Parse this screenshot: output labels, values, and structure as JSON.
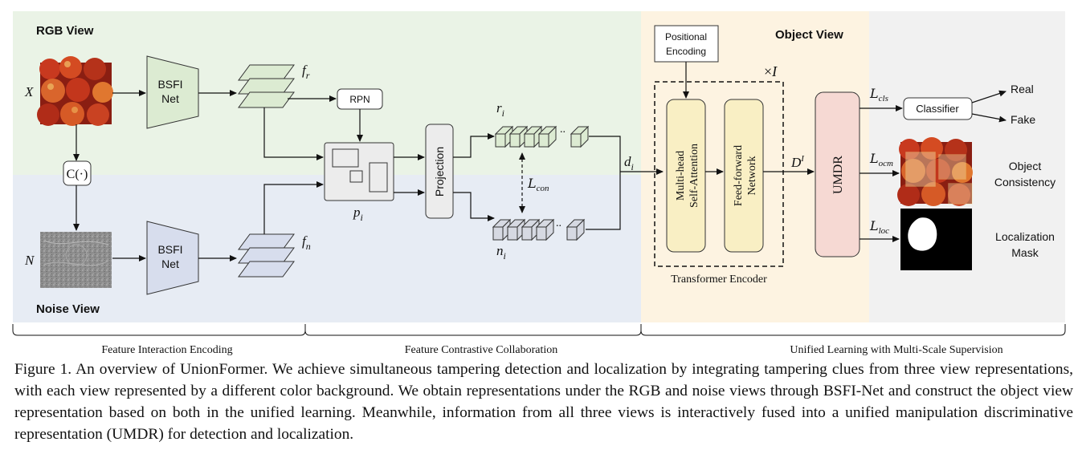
{
  "views": {
    "rgb": "RGB View",
    "noise": "Noise View",
    "object": "Object View"
  },
  "inputs": {
    "rgb_symbol": "X",
    "noise_symbol": "N"
  },
  "operator": "C(·)",
  "bsfi": {
    "line1": "BSFI",
    "line2": "Net"
  },
  "features": {
    "rgb": "f",
    "rgb_sub": "r",
    "noise": "f",
    "noise_sub": "n"
  },
  "rpn": "RPN",
  "proposal": {
    "symbol": "p",
    "sub": "i"
  },
  "projection": "Projection",
  "tokens": {
    "r": "r",
    "r_sub": "i",
    "n": "n",
    "n_sub": "i",
    "ellipsis": "..",
    "contrastive_loss": "L",
    "contrastive_sub": "con"
  },
  "d_label": {
    "symbol": "d",
    "sub": "i"
  },
  "positional_encoding": {
    "line1": "Positional",
    "line2": "Encoding"
  },
  "repeat": {
    "times": "×",
    "symbol": "I"
  },
  "transformer": {
    "mhsa_line1": "Multi-head",
    "mhsa_line2": "Self-Attention",
    "ffn_line1": "Feed-forward",
    "ffn_line2": "Network",
    "encoder_label": "Transformer Encoder"
  },
  "D_label": {
    "symbol": "D",
    "sup": "I"
  },
  "umdr": "UMDR",
  "losses": {
    "cls": "L",
    "cls_sub": "cls",
    "ocm": "L",
    "ocm_sub": "ocm",
    "loc": "L",
    "loc_sub": "loc"
  },
  "classifier": "Classifier",
  "outputs": {
    "real": "Real",
    "fake": "Fake",
    "object_line1": "Object",
    "object_line2": "Consistency",
    "loc_line1": "Localization",
    "loc_line2": "Mask"
  },
  "sections": {
    "s1": "Feature Interaction Encoding",
    "s2": "Feature Contrastive Collaboration",
    "s3": "Unified Learning with Multi-Scale Supervision"
  },
  "caption": "Figure 1. An overview of UnionFormer. We achieve simultaneous tampering detection and localization by integrating tampering clues from three view representations, with each view represented by a different color background. We obtain representations under the RGB and noise views through BSFI-Net and construct the object view representation based on both in the unified learning. Meanwhile, information from all three views is interactively fused into a unified manipulation discriminative representation (UMDR) for detection and localization.",
  "colors": {
    "rgb_bg": "#eaf3e6",
    "noise_bg": "#e7ecf4",
    "object_bg": "#fdf3e1",
    "right_bg": "#f1f1f1",
    "green_box": "#dcebd2",
    "blue_box": "#d7dded",
    "yellow_box": "#f9efc4",
    "pink_box": "#f6d9d3",
    "gray_box": "#ececec"
  }
}
